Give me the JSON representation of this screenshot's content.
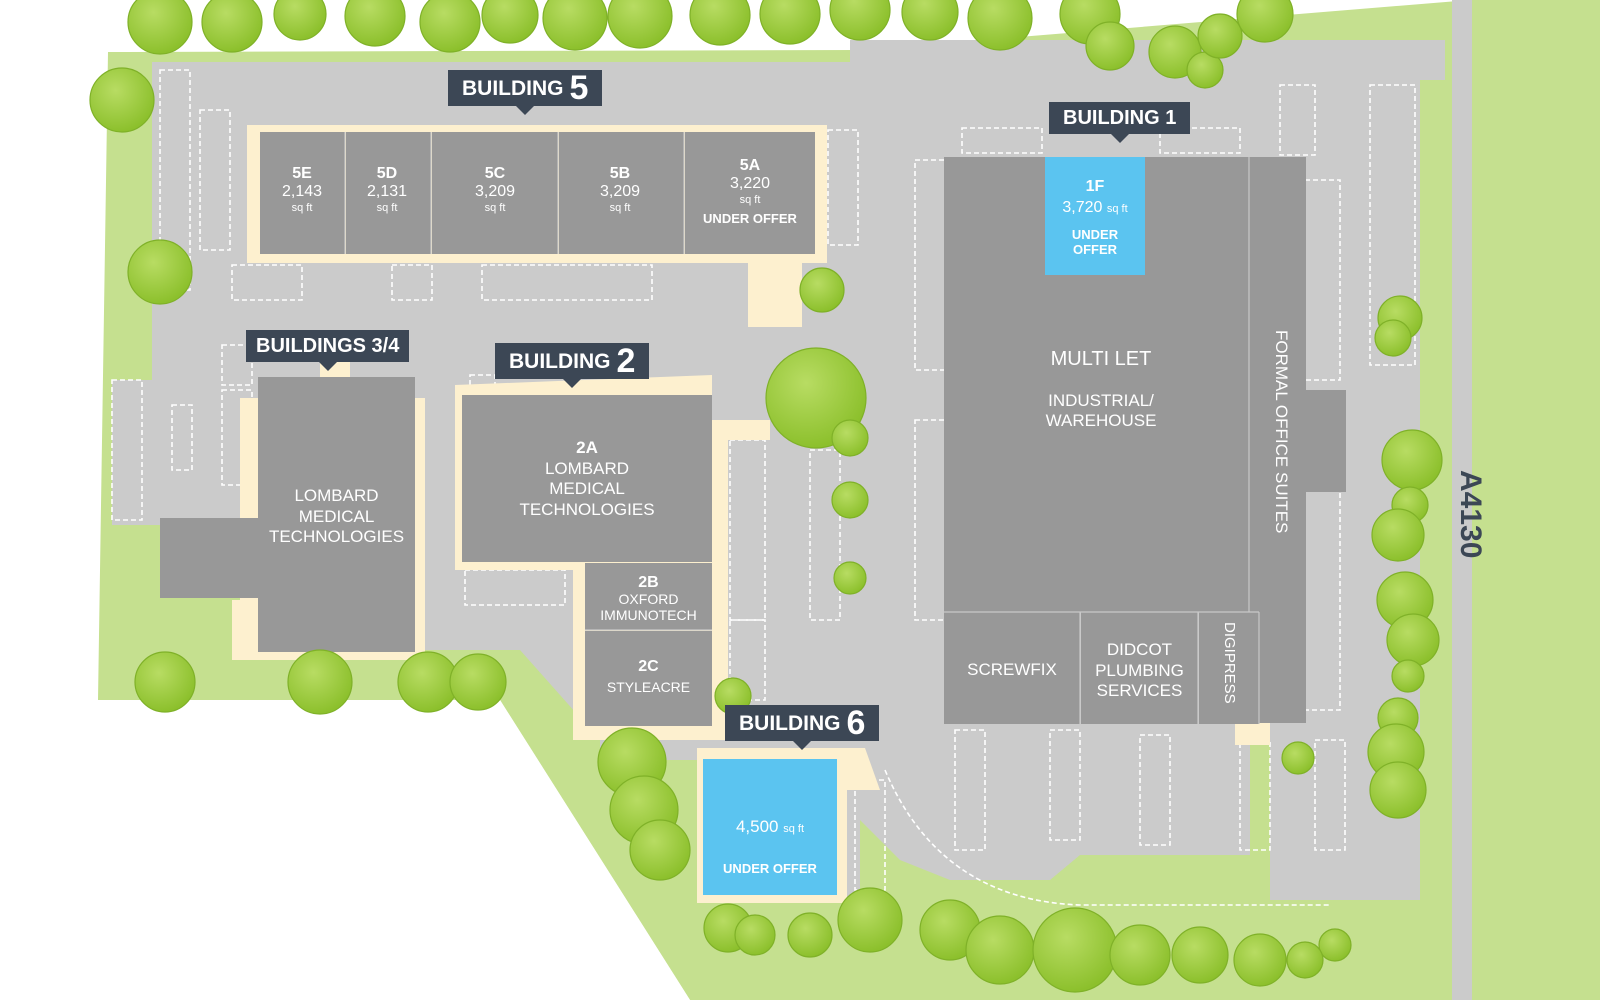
{
  "tags": {
    "b5": {
      "text": "BUILDING",
      "num": "5"
    },
    "b1": {
      "text": "BUILDING 1"
    },
    "b34": {
      "text": "BUILDINGS 3/4"
    },
    "b2": {
      "text": "BUILDING",
      "num": "2"
    },
    "b6": {
      "text": "BUILDING",
      "num": "6"
    }
  },
  "units": {
    "u5e": {
      "name": "5E",
      "area": "2,143",
      "unit": "sq ft"
    },
    "u5d": {
      "name": "5D",
      "area": "2,131",
      "unit": "sq ft"
    },
    "u5c": {
      "name": "5C",
      "area": "3,209",
      "unit": "sq ft"
    },
    "u5b": {
      "name": "5B",
      "area": "3,209",
      "unit": "sq ft"
    },
    "u5a": {
      "name": "5A",
      "area": "3,220",
      "unit": "sq ft",
      "status": "UNDER OFFER"
    },
    "u1f": {
      "name": "1F",
      "area": "3,720",
      "unit": "sq ft",
      "status_line1": "UNDER",
      "status_line2": "OFFER"
    },
    "u2a": {
      "name": "2A",
      "l1": "LOMBARD",
      "l2": "MEDICAL",
      "l3": "TECHNOLOGIES"
    },
    "u2b": {
      "name": "2B",
      "l1": "OXFORD",
      "l2": "IMMUNOTECH"
    },
    "u2c": {
      "name": "2C",
      "l1": "STYLEACRE"
    },
    "u34": {
      "l1": "LOMBARD",
      "l2": "MEDICAL",
      "l3": "TECHNOLOGIES"
    },
    "u6": {
      "area": "4,500",
      "unit": "sq ft",
      "status": "UNDER OFFER"
    },
    "multi": {
      "l1": "MULTI LET",
      "l2": "INDUSTRIAL/",
      "l3": "WAREHOUSE"
    },
    "formal": {
      "text": "FORMAL OFFICE SUITES"
    },
    "screwfix": {
      "text": "SCREWFIX"
    },
    "didcot": {
      "l1": "DIDCOT",
      "l2": "PLUMBING",
      "l3": "SERVICES"
    },
    "digipress": {
      "text": "DIGIPRESS"
    }
  },
  "road": {
    "name": "A4130"
  },
  "colors": {
    "grass": "#c5e08f",
    "tarmac": "#cbcbcb",
    "building": "#989898",
    "available": "#5bc4f0",
    "curtilage": "#fdf0cf",
    "tree": "#9ccd3a",
    "tag": "#3c4755"
  }
}
